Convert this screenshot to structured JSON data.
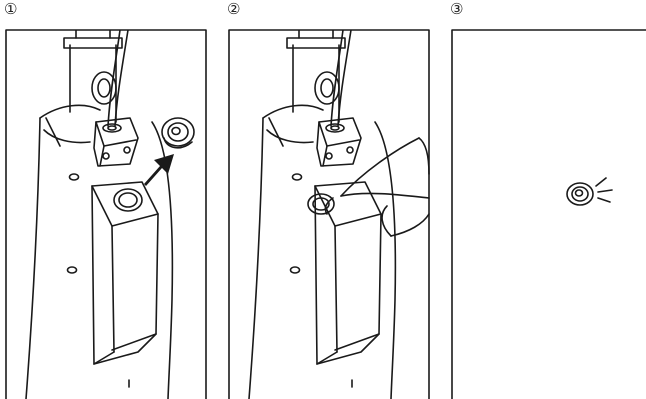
{
  "steps": [
    {
      "number": "①"
    },
    {
      "number": "②"
    },
    {
      "number": "③"
    }
  ],
  "colors": {
    "ink": "#1a1a1a",
    "paper": "#ffffff"
  },
  "icons": {
    "step1": [
      "cap-icon",
      "arrow-icon"
    ],
    "step2": [
      "dropper-icon",
      "liquid-drop-icon"
    ],
    "step3": [
      "snap-lines-icon"
    ]
  }
}
